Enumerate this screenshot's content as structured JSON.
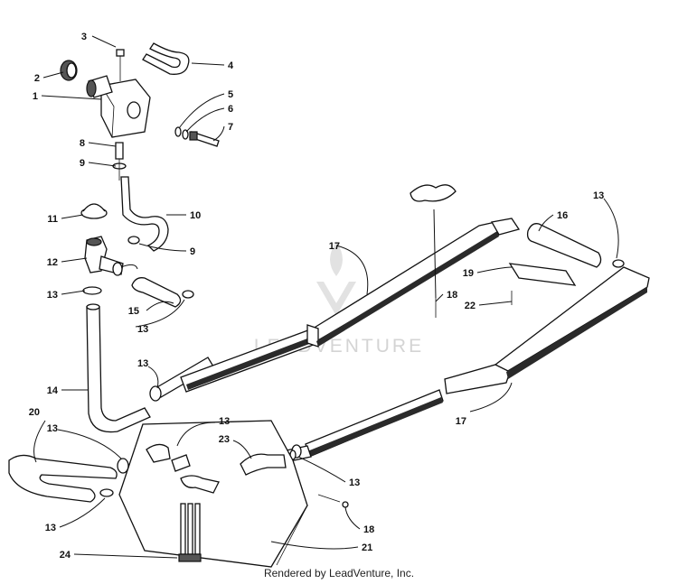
{
  "callouts": [
    {
      "n": "1"
    },
    {
      "n": "2"
    },
    {
      "n": "3"
    },
    {
      "n": "4"
    },
    {
      "n": "5"
    },
    {
      "n": "6"
    },
    {
      "n": "7"
    },
    {
      "n": "8"
    },
    {
      "n": "9"
    },
    {
      "n": "9"
    },
    {
      "n": "10"
    },
    {
      "n": "11"
    },
    {
      "n": "12"
    },
    {
      "n": "13"
    },
    {
      "n": "13"
    },
    {
      "n": "13"
    },
    {
      "n": "13"
    },
    {
      "n": "13"
    },
    {
      "n": "13"
    },
    {
      "n": "13"
    },
    {
      "n": "13"
    },
    {
      "n": "14"
    },
    {
      "n": "15"
    },
    {
      "n": "16"
    },
    {
      "n": "17"
    },
    {
      "n": "17"
    },
    {
      "n": "18"
    },
    {
      "n": "18"
    },
    {
      "n": "19"
    },
    {
      "n": "20"
    },
    {
      "n": "21"
    },
    {
      "n": "22"
    },
    {
      "n": "23"
    },
    {
      "n": "24"
    }
  ],
  "watermark": "LEADVENTURE",
  "footer": "Rendered by LeadVenture, Inc.",
  "colors": {
    "ink": "#111111",
    "watermark": "#d4d4d4",
    "background": "#ffffff"
  }
}
